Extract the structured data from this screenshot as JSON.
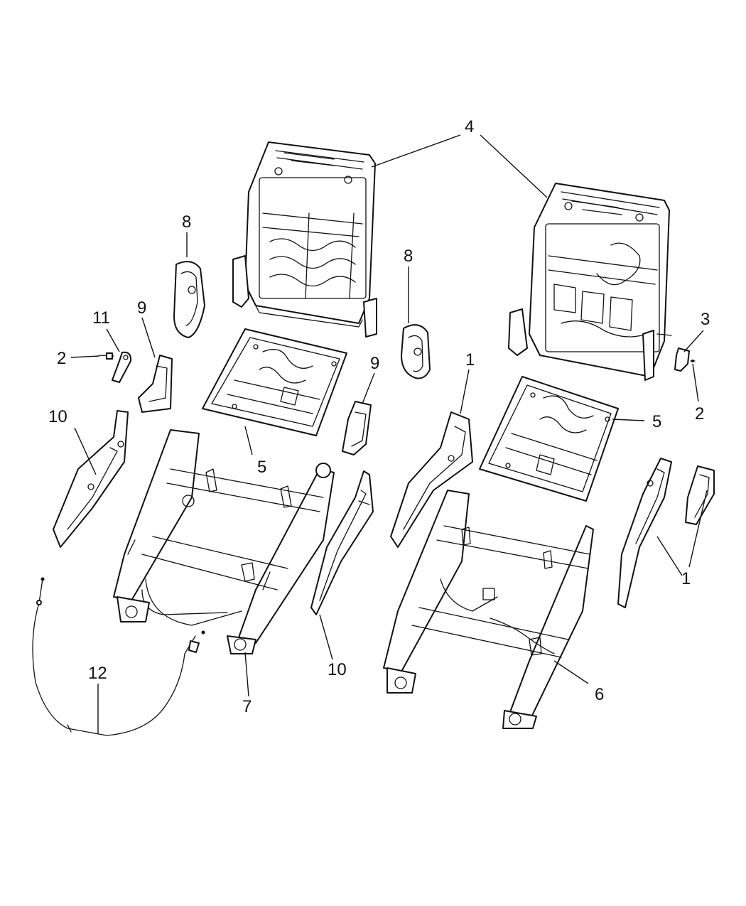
{
  "diagram": {
    "callouts": {
      "c1a": "1",
      "c1b": "1",
      "c2a": "2",
      "c2b": "2",
      "c3": "3",
      "c4": "4",
      "c5a": "5",
      "c5b": "5",
      "c6": "6",
      "c7": "7",
      "c8a": "8",
      "c8b": "8",
      "c9a": "9",
      "c9b": "9",
      "c10a": "10",
      "c10b": "10",
      "c11": "11",
      "c12": "12"
    }
  }
}
